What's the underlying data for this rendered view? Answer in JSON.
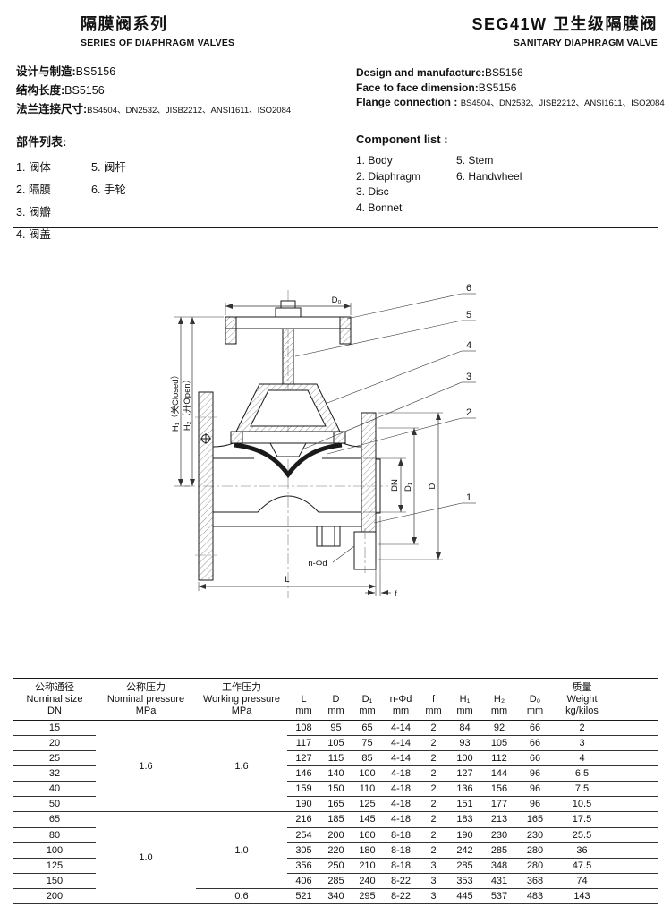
{
  "header": {
    "series_title_cn": "隔膜阀系列",
    "series_title_en": "SERIES OF DIAPHRAGM VALVES",
    "model_title": "SEG41W 卫生级隔膜阀",
    "model_subtitle": "SANITARY DIAPHRAGM VALVE"
  },
  "specs": {
    "cn": [
      {
        "label": "设计与制造:",
        "value": "BS5156"
      },
      {
        "label": "结构长度:",
        "value": "BS5156"
      },
      {
        "label": "法兰连接尺寸:",
        "value": "BS4504、DN2532、JISB2212、ANSI1611、ISO2084"
      }
    ],
    "en": [
      {
        "label": "Design and manufacture:",
        "value": "BS5156"
      },
      {
        "label": "Face to face dimension:",
        "value": "BS5156"
      },
      {
        "label": "Flange connection :",
        "value": "BS4504、DN2532、JISB2212、ANSI1611、ISO2084"
      }
    ]
  },
  "components": {
    "title_cn": "部件列表:",
    "title_en": "Component  list :",
    "cn": [
      {
        "c1": "1. 阀体",
        "c2": "5. 阀杆"
      },
      {
        "c1": "2. 隔膜",
        "c2": "6. 手轮"
      },
      {
        "c1": "3. 阀瓣",
        "c2": ""
      },
      {
        "c1": "4. 阀盖",
        "c2": ""
      }
    ],
    "en": [
      {
        "c1": "1. Body",
        "c2": "5. Stem"
      },
      {
        "c1": "2. Diaphragm",
        "c2": "6. Handwheel"
      },
      {
        "c1": "3. Disc",
        "c2": ""
      },
      {
        "c1": "4. Bonnet",
        "c2": ""
      }
    ]
  },
  "drawing": {
    "d0": "D₀",
    "h1": "H₁（关Closed）",
    "h2": "H₂（开Open）",
    "dn": "DN",
    "d1": "D₁",
    "d": "D",
    "l": "L",
    "f": "f",
    "nd": "n-Φd",
    "callouts": [
      "1",
      "2",
      "3",
      "4",
      "5",
      "6"
    ]
  },
  "table": {
    "headers": {
      "dn": [
        "公称通径",
        "Nominal size",
        "DN"
      ],
      "np": [
        "公称压力",
        "Nominal pressure",
        "MPa"
      ],
      "wp": [
        "工作压力",
        "Working pressure",
        "MPa"
      ],
      "cols": [
        {
          "t": "L",
          "u": "mm"
        },
        {
          "t": "D",
          "u": "mm"
        },
        {
          "t": "D₁",
          "u": "mm"
        },
        {
          "t": "n-Φd",
          "u": "mm"
        },
        {
          "t": "f",
          "u": "mm"
        },
        {
          "t": "H₁",
          "u": "mm"
        },
        {
          "t": "H₂",
          "u": "mm"
        },
        {
          "t": "D₀",
          "u": "mm"
        }
      ],
      "weight": [
        "质量",
        "Weight",
        "kg/kilos"
      ]
    },
    "rows": [
      {
        "dn": "15",
        "np": {
          "v": "1.6",
          "span": 6
        },
        "wp": {
          "v": "1.6",
          "span": 6
        },
        "vals": [
          "108",
          "95",
          "65",
          "4-14",
          "2",
          "84",
          "92",
          "66",
          "2"
        ]
      },
      {
        "dn": "20",
        "vals": [
          "117",
          "105",
          "75",
          "4-14",
          "2",
          "93",
          "105",
          "66",
          "3"
        ]
      },
      {
        "dn": "25",
        "vals": [
          "127",
          "115",
          "85",
          "4-14",
          "2",
          "100",
          "112",
          "66",
          "4"
        ]
      },
      {
        "dn": "32",
        "vals": [
          "146",
          "140",
          "100",
          "4-18",
          "2",
          "127",
          "144",
          "96",
          "6.5"
        ]
      },
      {
        "dn": "40",
        "vals": [
          "159",
          "150",
          "110",
          "4-18",
          "2",
          "136",
          "156",
          "96",
          "7.5"
        ]
      },
      {
        "dn": "50",
        "vals": [
          "190",
          "165",
          "125",
          "4-18",
          "2",
          "151",
          "177",
          "96",
          "10.5"
        ]
      },
      {
        "dn": "65",
        "np": {
          "v": "1.0",
          "span": 6
        },
        "wp": {
          "v": "1.0",
          "span": 5
        },
        "vals": [
          "216",
          "185",
          "145",
          "4-18",
          "2",
          "183",
          "213",
          "165",
          "17.5"
        ]
      },
      {
        "dn": "80",
        "vals": [
          "254",
          "200",
          "160",
          "8-18",
          "2",
          "190",
          "230",
          "230",
          "25.5"
        ]
      },
      {
        "dn": "100",
        "vals": [
          "305",
          "220",
          "180",
          "8-18",
          "2",
          "242",
          "285",
          "280",
          "36"
        ]
      },
      {
        "dn": "125",
        "vals": [
          "356",
          "250",
          "210",
          "8-18",
          "3",
          "285",
          "348",
          "280",
          "47.5"
        ]
      },
      {
        "dn": "150",
        "vals": [
          "406",
          "285",
          "240",
          "8-22",
          "3",
          "353",
          "431",
          "368",
          "74"
        ]
      },
      {
        "dn": "200",
        "wp": {
          "v": "0.6",
          "span": 1
        },
        "vals": [
          "521",
          "340",
          "295",
          "8-22",
          "3",
          "445",
          "537",
          "483",
          "143"
        ]
      }
    ]
  }
}
